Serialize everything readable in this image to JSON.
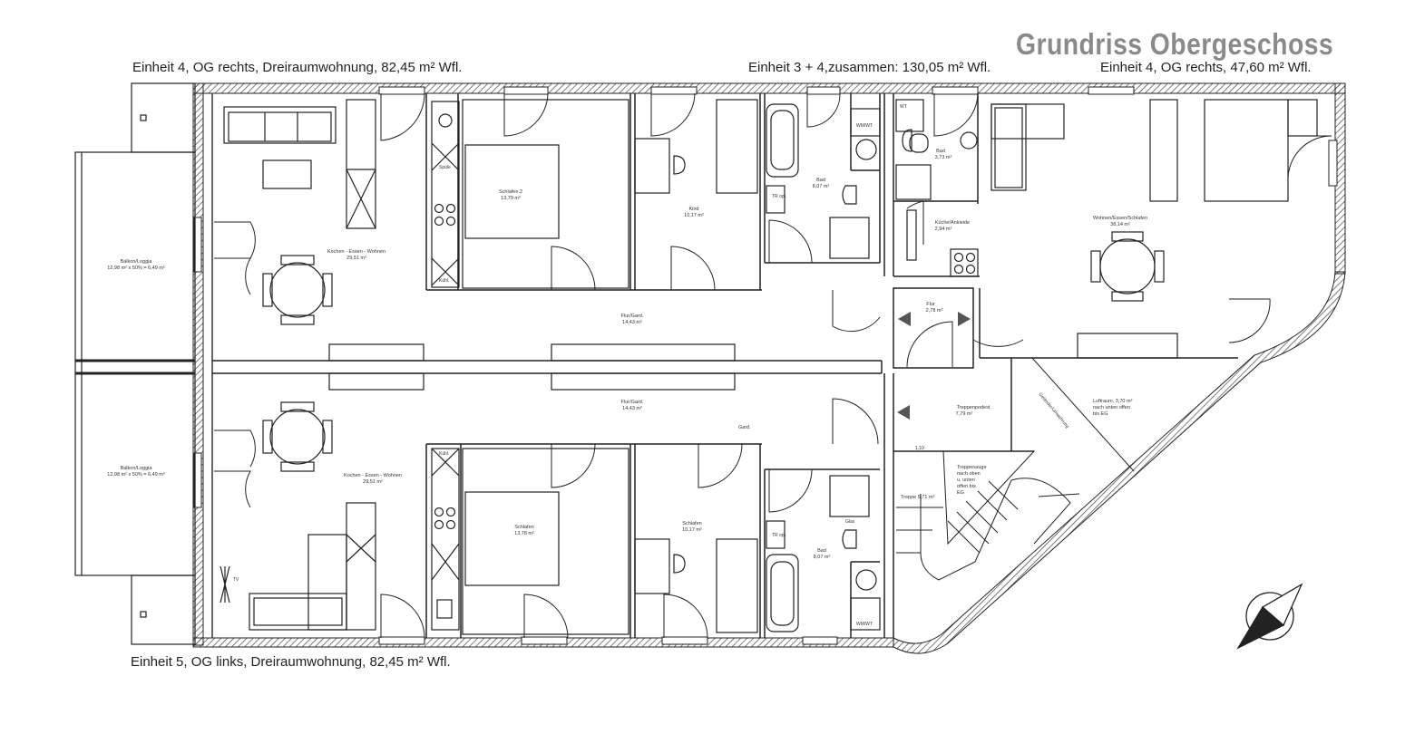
{
  "title": "Grundriss Obergeschoss",
  "captions": {
    "top_left": "Einheit  4, OG rechts,  Dreiraumwohnung,   82,45 m² Wfl.",
    "top_mid": "Einheit  3 + 4,zusammen:  130,05 m² Wfl.",
    "top_right": "Einheit  4, OG rechts,  47,60 m² Wfl.",
    "bottom_left": "Einheit  5, OG links,  Dreiraumwohnung,   82,45 m² Wfl."
  },
  "rooms": {
    "balkon_top": [
      "Balkon/Loggia",
      "12,98 m² x 50% = 6,49 m²"
    ],
    "balkon_bottom": [
      "Balkon/Loggia",
      "12,98 m² x 50% = 6,49 m²"
    ],
    "kochen_top": [
      "Kochen - Essen - Wohnen",
      "29,51 m²"
    ],
    "kochen_bottom": [
      "Kochen - Essen - Wohnen",
      "29,51 m²"
    ],
    "schlafen2": [
      "Schlafen 2",
      "13,79 m²"
    ],
    "kind": [
      "Kind",
      "10,17 m²"
    ],
    "bad_top": [
      "Bad",
      "8,07 m²"
    ],
    "flur_top": [
      "Flur/Gard.",
      "14,43 m²"
    ],
    "flur_bottom": [
      "Flur/Gard.",
      "14,43 m²"
    ],
    "schlafen_a": [
      "Schlafen",
      "13,78 m²"
    ],
    "schlafen_b": [
      "Schlafen",
      "10,17 m²"
    ],
    "bad_bottom": [
      "Bad",
      "8,07 m²"
    ],
    "bad_small": [
      "Bad",
      "3,73 m²"
    ],
    "kueche": [
      "Küche/Ankleide",
      "2,94 m²"
    ],
    "wohnen": [
      "Wohnen/Essen/Schlafen",
      "38,14 m²"
    ],
    "flur_small": [
      "Flur",
      "2,78 m²"
    ],
    "treppenpodest": [
      "Treppenpodest",
      "7,79 m²"
    ],
    "luftraum": [
      "Luftraum, 3,70 m²",
      "nach unten offen",
      "bis EG"
    ],
    "treppenauge": [
      "Treppenauge",
      "nach oben",
      "u. unten",
      "offen bis",
      "EG"
    ],
    "treppe": "Treppe 5,71 m²",
    "gard": "Gard.",
    "kuehl_top": "Kühl.",
    "kuehl_bottom": "Kühl.",
    "spuele": "Spüle",
    "tr_opt": "TR opt.",
    "tr_opt2": "TR opt.",
    "wmwt_top": "WM/WT",
    "wmwt_bottom": "WM/WT",
    "wt": "WT",
    "glas": "Glas",
    "tv": "TV",
    "dim": "1,10",
    "gelaender": "Geländer/Umwehrung"
  }
}
